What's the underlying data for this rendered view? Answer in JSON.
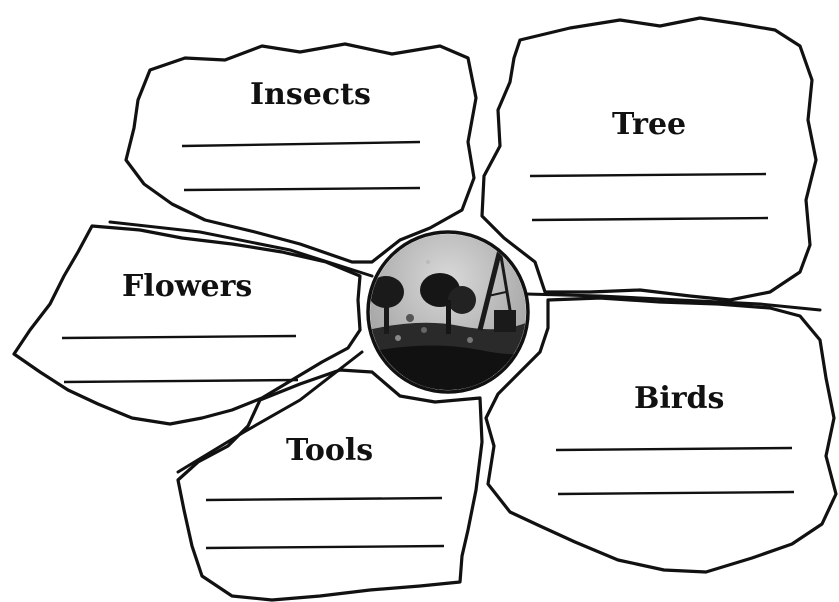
{
  "petals": {
    "insects": "Insects",
    "tree": "Tree",
    "flowers": "Flowers",
    "birds": "Birds",
    "tools": "Tools"
  },
  "center": {
    "image": "forest-scene-photo"
  },
  "colors": {
    "ink": "#111111",
    "paper": "#ffffff"
  }
}
